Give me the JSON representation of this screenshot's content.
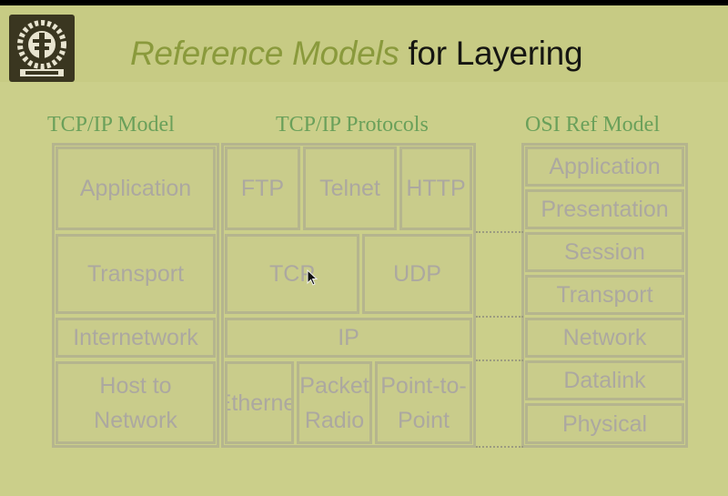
{
  "title": {
    "part1": "Reference Models",
    "part2": " for Layering"
  },
  "columns": {
    "left": "TCP/IP Model",
    "middle": "TCP/IP Protocols",
    "right": "OSI Ref Model"
  },
  "tcpip_model": [
    "Application",
    "Transport",
    "Internetwork",
    "Host to Network"
  ],
  "tcpip_protocols": {
    "ftp": "FTP",
    "telnet": "Telnet",
    "http": "HTTP",
    "tcp": "TCP",
    "udp": "UDP",
    "ip": "IP",
    "ethernet": "Ethernet",
    "packet_radio": "Packet Radio",
    "point_to_point": "Point-to-Point"
  },
  "osi_model": [
    "Application",
    "Presentation",
    "Session",
    "Transport",
    "Network",
    "Datalink",
    "Physical"
  ],
  "colors": {
    "background": "#cbcf8a",
    "title_accent": "#8a9a3c",
    "column_heading": "#6aa05a",
    "box_text": "#aca8a0"
  }
}
